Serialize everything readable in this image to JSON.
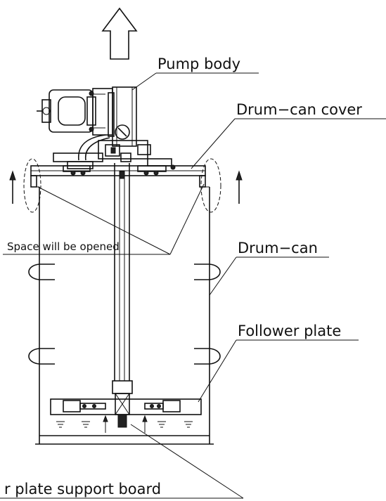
{
  "labels": {
    "pump_body": "Pump body",
    "drum_can_cover": "Drum−can cover",
    "space_opened": "Space will be opened",
    "drum_can": "Drum−can",
    "follower_plate": "Follower plate",
    "support_board": "r plate support board"
  },
  "icons": {
    "lift_arrow": "up-arrow-icon",
    "side_arrow": "up-arrow-icon"
  }
}
